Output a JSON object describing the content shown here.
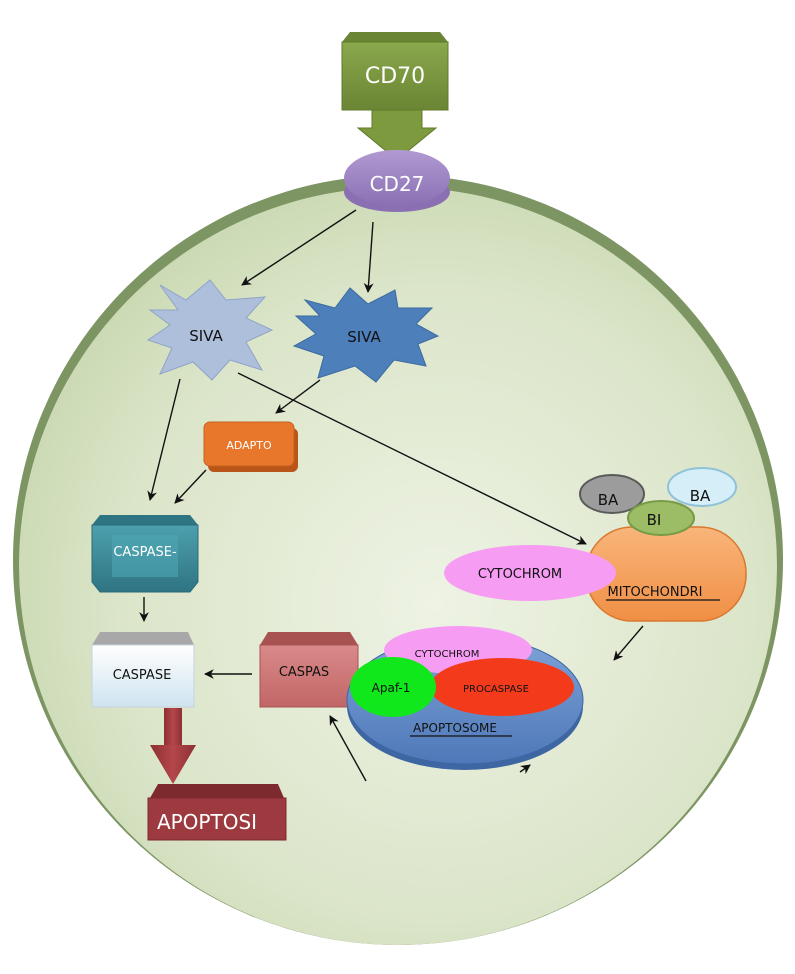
{
  "nodes": {
    "cd70": "CD70",
    "cd27": "CD27",
    "siva_left": "SIVA",
    "siva_right": "SIVA",
    "adaptor": "ADAPTO",
    "caspase8": "CASPASE-",
    "caspase3": "CASPASE",
    "apoptosis": "APOPTOSI",
    "caspase9": "CASPAS",
    "ba_left": "BA",
    "ba_right": "BA",
    "bi": "BI",
    "cytochrome": "CYTOCHROM",
    "mitochondria": "MITOCHONDRI",
    "apoptosome_cytochrome": "CYTOCHROM",
    "apaf1": "Apaf-1",
    "procaspase": "PROCASPASE",
    "apoptosome": "APOPTOSOME"
  },
  "colors": {
    "cell_fill": "#dfe8cf",
    "cell_rim": "#7d9563",
    "cd70": "#7b963f",
    "cd27": "#9a80bf",
    "siva_left": "#aebfdb",
    "siva_right": "#4d7fbb",
    "adaptor": "#e8772c",
    "caspase8": "#3f8c9a",
    "caspase3": "#e6f0f7",
    "apoptosis": "#9c3a3f",
    "caspase9": "#d07a7a",
    "mitochondria": "#f7a05c",
    "cytochrome": "#f79cf3",
    "apaf1": "#11e81b",
    "procaspase": "#f33b1c",
    "apoptosome": "#5d86c4"
  }
}
